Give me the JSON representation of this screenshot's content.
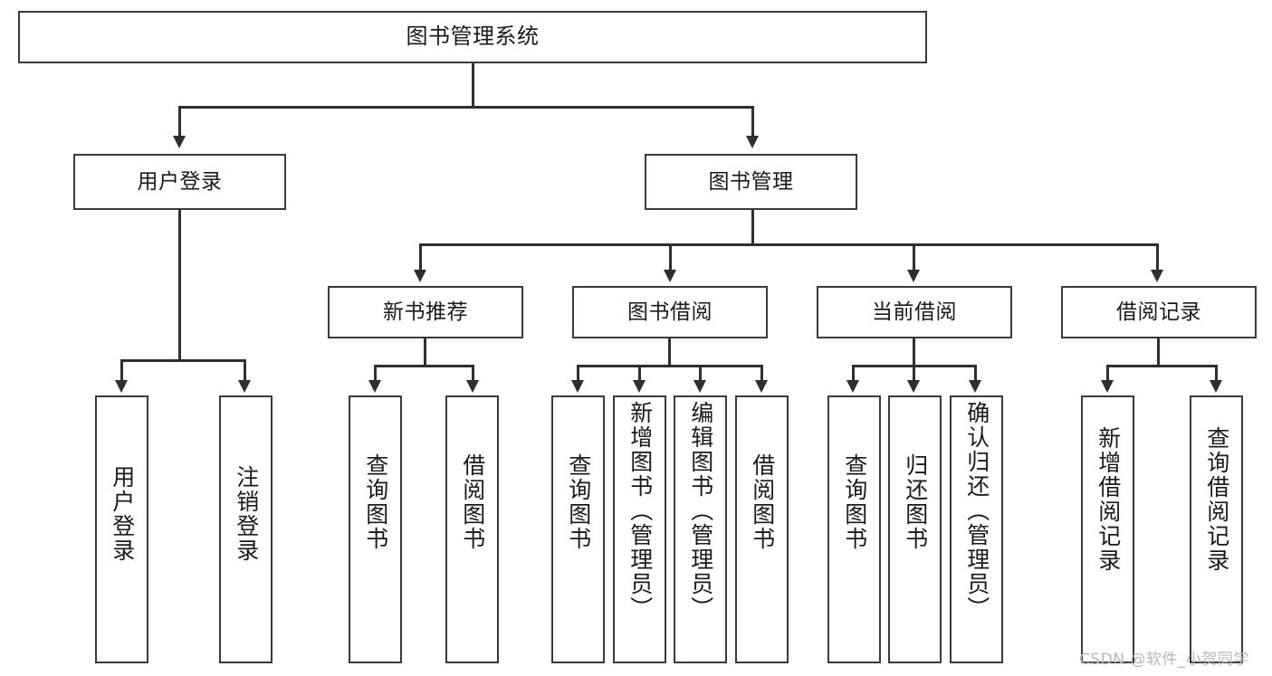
{
  "diagram": {
    "title": "图书管理系统",
    "type": "tree-hierarchy-diagram",
    "root": {
      "label": "图书管理系统"
    },
    "level2": [
      {
        "label": "用户登录"
      },
      {
        "label": "图书管理"
      }
    ],
    "level3": [
      {
        "label": "新书推荐"
      },
      {
        "label": "图书借阅"
      },
      {
        "label": "当前借阅"
      },
      {
        "label": "借阅记录"
      }
    ],
    "leaves": {
      "user_login": [
        {
          "label": "用户登录"
        },
        {
          "label": "注销登录"
        }
      ],
      "new_book_recommend": [
        {
          "label": "查询图书"
        },
        {
          "label": "借阅图书"
        }
      ],
      "book_borrow": [
        {
          "label": "查询图书"
        },
        {
          "label": "新增图书（管理员）"
        },
        {
          "label": "编辑图书（管理员）"
        },
        {
          "label": "借阅图书"
        }
      ],
      "current_borrow": [
        {
          "label": "查询图书"
        },
        {
          "label": "归还图书"
        },
        {
          "label": "确认归还（管理员）"
        }
      ],
      "borrow_record": [
        {
          "label": "新增借阅记录"
        },
        {
          "label": "查询借阅记录"
        }
      ]
    }
  },
  "watermark": {
    "text": "CSDN @软件_小贺同学"
  },
  "colors": {
    "box_border": "#3a3a3a",
    "line": "#2f2f2f",
    "text": "#1a1a1a",
    "background": "#ffffff",
    "watermark": "#b8b8b8"
  }
}
